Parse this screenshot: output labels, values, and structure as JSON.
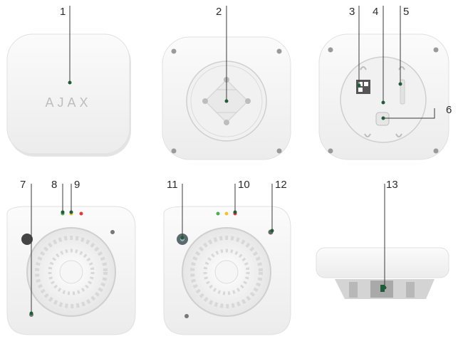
{
  "brand_text": "AJAX",
  "callouts": [
    "1",
    "2",
    "3",
    "4",
    "5",
    "6",
    "7",
    "8",
    "9",
    "10",
    "11",
    "12",
    "13"
  ],
  "colors": {
    "device_body": "#f4f4f4",
    "device_edge": "#e2e2e2",
    "leader_line": "#3a3a3a",
    "marker_dot": "#1f5d3a",
    "led_green": "#4caf50",
    "led_yellow": "#f2c230",
    "led_red": "#e53935"
  }
}
